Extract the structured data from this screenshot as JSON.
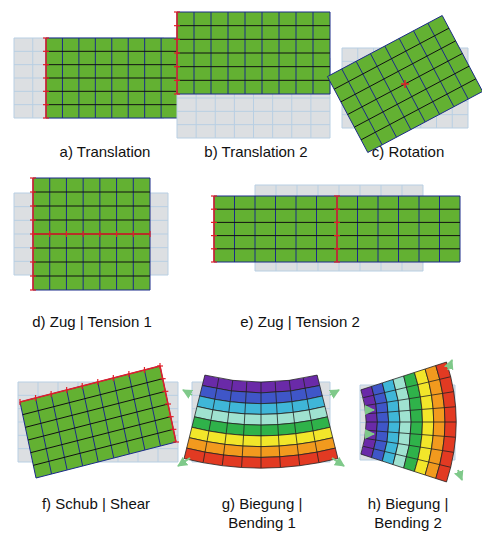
{
  "diagram": {
    "labels": [
      "a) Translation",
      "b) Translation 2",
      "c) Rotation",
      "d) Zug | Tension 1",
      "e) Zug | Tension 2",
      "f) Schub | Shear",
      "g) Biegung | Bending 1",
      "h) Biegung | Bending 2"
    ]
  }
}
